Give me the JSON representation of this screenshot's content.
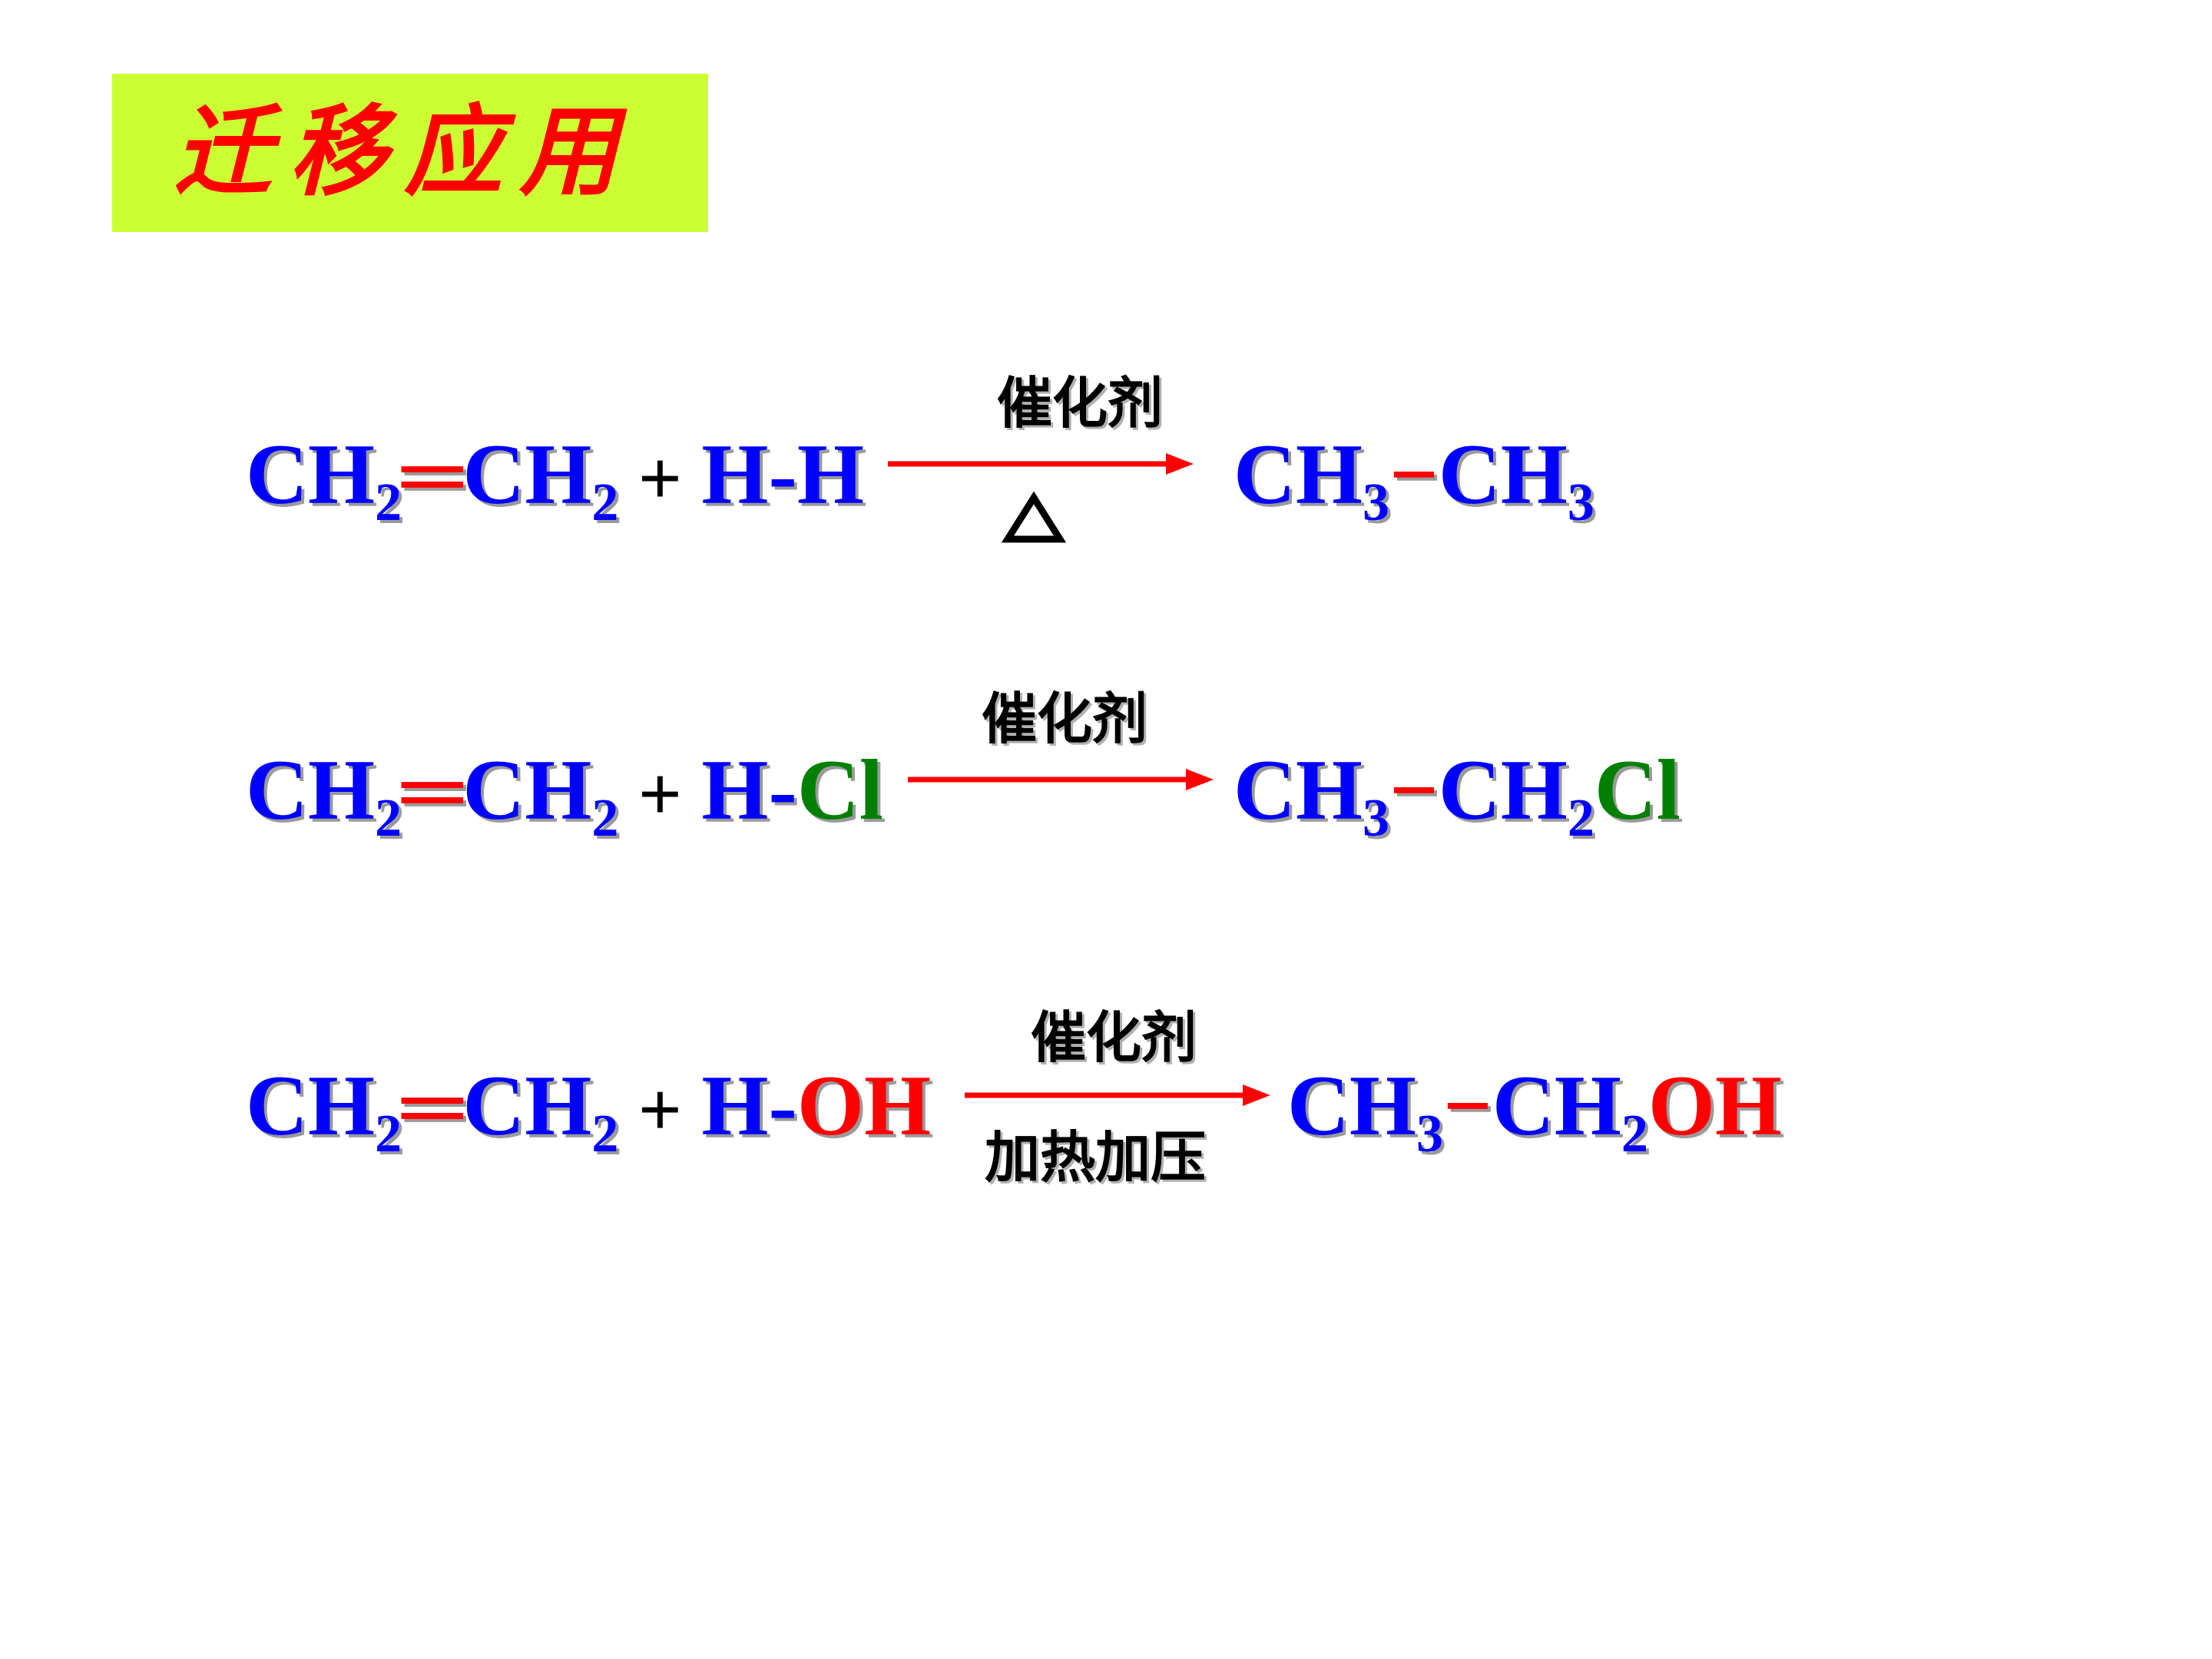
{
  "title": "迁移应用",
  "conditions": {
    "catalyst": "催化剂",
    "heat_pressure": "加热加压"
  },
  "equations": [
    {
      "reactant1": {
        "a": "CH",
        "a_sub": "2",
        "bond": "═",
        "b": "CH",
        "b_sub": "2"
      },
      "plus": "+",
      "reactant2": {
        "h": "H",
        "dash": "-",
        "x": "H"
      },
      "product": {
        "a": "CH",
        "a_sub": "3",
        "bond": "−",
        "b": "CH",
        "b_sub": "3",
        "x": ""
      }
    },
    {
      "reactant1": {
        "a": "CH",
        "a_sub": "2",
        "bond": "═",
        "b": "CH",
        "b_sub": "2"
      },
      "plus": "+",
      "reactant2": {
        "h": "H",
        "dash": "-",
        "x": "Cl"
      },
      "product": {
        "a": "CH",
        "a_sub": "3",
        "bond": "−",
        "b": "CH",
        "b_sub": "2",
        "x": "Cl"
      }
    },
    {
      "reactant1": {
        "a": "CH",
        "a_sub": "2",
        "bond": "═",
        "b": "CH",
        "b_sub": "2"
      },
      "plus": "+",
      "reactant2": {
        "h": "H",
        "dash": "-",
        "x": "OH"
      },
      "product": {
        "a": "CH",
        "a_sub": "3",
        "bond": "−",
        "b": "CH",
        "b_sub": "2",
        "x": "OH"
      }
    }
  ],
  "colors": {
    "title_background": "#ccff33",
    "title_text": "#ff0000",
    "formula_blue": "#0000ff",
    "bond_red": "#ff0000",
    "chlorine_green": "#008000",
    "hydroxyl_red": "#ff0000",
    "arrow_red": "#ff0000"
  },
  "icons": {
    "heat_symbol": "heat-triangle-icon"
  }
}
